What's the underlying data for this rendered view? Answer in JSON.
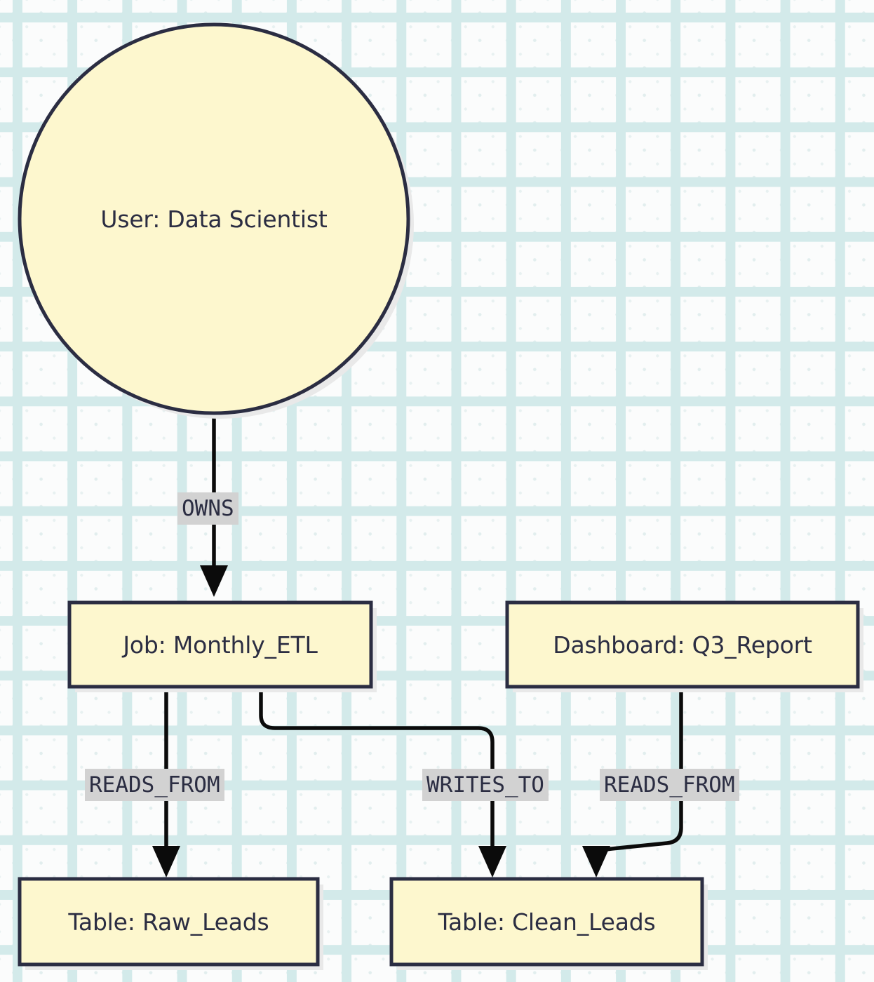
{
  "diagram": {
    "type": "flowchart",
    "direction": "top-down",
    "theme": {
      "background": "#fbfcfc",
      "grid_accent": "#d3eaea",
      "node_fill": "#fdf7ce",
      "node_border": "#2b2d42",
      "node_shadow": "#e9e9e9",
      "edge_color": "#0b0b0b",
      "edge_label_bg": "#d2d2d2",
      "text_color": "#2b2d42"
    },
    "nodes": [
      {
        "id": "user",
        "label": "User: Data Scientist",
        "shape": "circle"
      },
      {
        "id": "job",
        "label": "Job: Monthly_ETL",
        "shape": "rect"
      },
      {
        "id": "dashboard",
        "label": "Dashboard: Q3_Report",
        "shape": "rect"
      },
      {
        "id": "raw_leads",
        "label": "Table: Raw_Leads",
        "shape": "rect"
      },
      {
        "id": "clean_leads",
        "label": "Table: Clean_Leads",
        "shape": "rect"
      }
    ],
    "edges": [
      {
        "id": "e1",
        "from": "user",
        "to": "job",
        "label": "OWNS"
      },
      {
        "id": "e2",
        "from": "job",
        "to": "raw_leads",
        "label": "READS_FROM"
      },
      {
        "id": "e3",
        "from": "job",
        "to": "clean_leads",
        "label": "WRITES_TO"
      },
      {
        "id": "e4",
        "from": "dashboard",
        "to": "clean_leads",
        "label": "READS_FROM"
      }
    ]
  }
}
